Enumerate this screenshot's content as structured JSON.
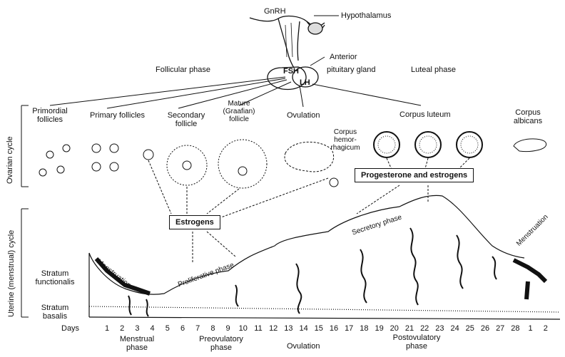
{
  "hormones": {
    "gnrh": "GnRH",
    "hypothalamus": "Hypothalamus",
    "anterior_pituitary": [
      "Anterior",
      "pituitary gland"
    ],
    "fsh": "FSH",
    "lh": "LH"
  },
  "phases_top": {
    "follicular": "Follicular phase",
    "luteal": "Luteal phase"
  },
  "ovarian_cycle_label": "Ovarian cycle",
  "ovarian_stages": [
    {
      "lines": [
        "Primordial",
        "follicles"
      ]
    },
    {
      "lines": [
        "Primary follicles"
      ]
    },
    {
      "lines": [
        "Secondary",
        "follicle"
      ]
    },
    {
      "lines": [
        "Mature",
        "(Graafian)",
        "follicle"
      ]
    },
    {
      "lines": [
        "Ovulation"
      ]
    },
    {
      "lines": [
        "Corpus luteum"
      ]
    },
    {
      "lines": [
        "Corpus",
        "albicans"
      ]
    }
  ],
  "corpus_hemorrhagicum": [
    "Corpus",
    "hemor-",
    "rhagicum"
  ],
  "boxes": {
    "progesterone_estrogens": "Progesterone and estrogens",
    "estrogens": "Estrogens"
  },
  "uterine_cycle_label": "Uterine (menstrual) cycle",
  "uterine_phases": {
    "menstruation_left": "Menstruation",
    "proliferative": "Proliferative phase",
    "secretory": "Secretory phase",
    "menstruation_right": "Menstruation"
  },
  "layers": {
    "functionalis": [
      "Stratum",
      "functionalis"
    ],
    "basalis": [
      "Stratum",
      "basalis"
    ]
  },
  "days_label": "Days",
  "days": [
    "1",
    "2",
    "3",
    "4",
    "5",
    "6",
    "7",
    "8",
    "9",
    "10",
    "11",
    "12",
    "13",
    "14",
    "15",
    "16",
    "17",
    "18",
    "19",
    "20",
    "21",
    "22",
    "23",
    "24",
    "25",
    "26",
    "27",
    "28",
    "1",
    "2"
  ],
  "bottom_phases": {
    "menstrual": [
      "Menstrual",
      "phase"
    ],
    "preovulatory": [
      "Preovulatory",
      "phase"
    ],
    "ovulation": "Ovulation",
    "postovulatory": [
      "Postovulatory",
      "phase"
    ]
  }
}
